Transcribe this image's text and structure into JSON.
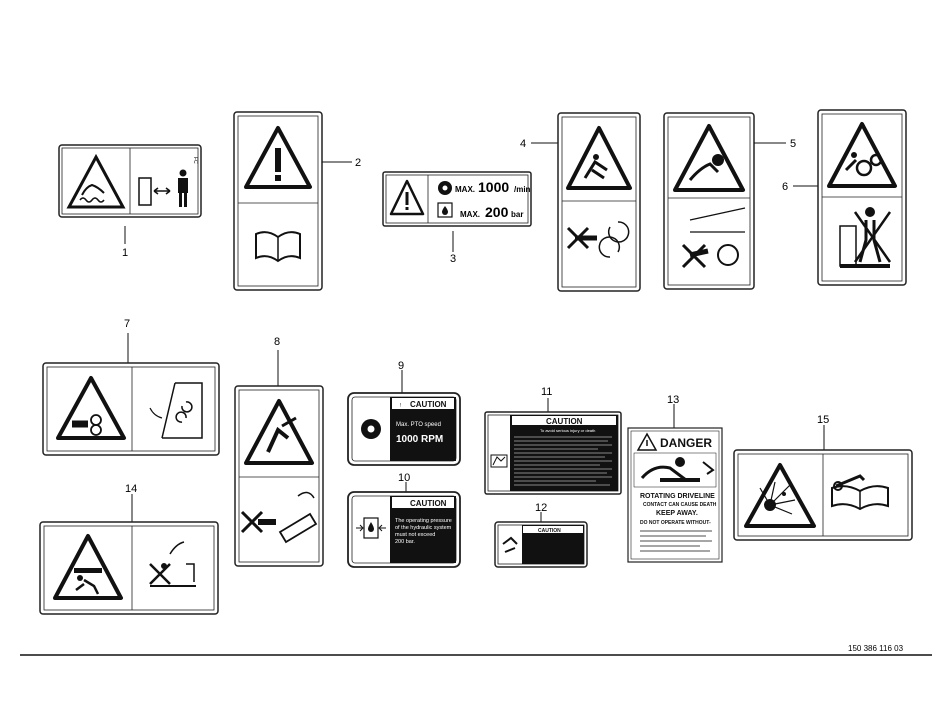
{
  "callouts": [
    "1",
    "2",
    "3",
    "4",
    "5",
    "6",
    "7",
    "8",
    "9",
    "10",
    "11",
    "12",
    "13",
    "14",
    "15"
  ],
  "drawing_number": "150 386 116 03",
  "decal3": {
    "pto_prefix": "MAX.",
    "pto_value": "1000",
    "pto_unit": "/min",
    "pressure_prefix": "MAX.",
    "pressure_value": "200",
    "pressure_unit": "bar"
  },
  "decal9": {
    "header": "CAUTION",
    "line1": "Max. PTO speed",
    "line2": "1000 RPM"
  },
  "decal10": {
    "header": "CAUTION",
    "line1": "The operating pressure",
    "line2": "of the hydraulic system",
    "line3": "must not exceed",
    "line4": "200 bar."
  },
  "decal11": {
    "header": "CAUTION",
    "subheader": "To avoid serious injury or death"
  },
  "decal12": {
    "header": "CAUTION"
  },
  "decal13": {
    "header": "DANGER",
    "line1": "ROTATING DRIVELINE",
    "line2": "CONTACT CAN CAUSE DEATH",
    "line3": "KEEP AWAY.",
    "line4": "DO NOT OPERATE WITHOUT-"
  }
}
